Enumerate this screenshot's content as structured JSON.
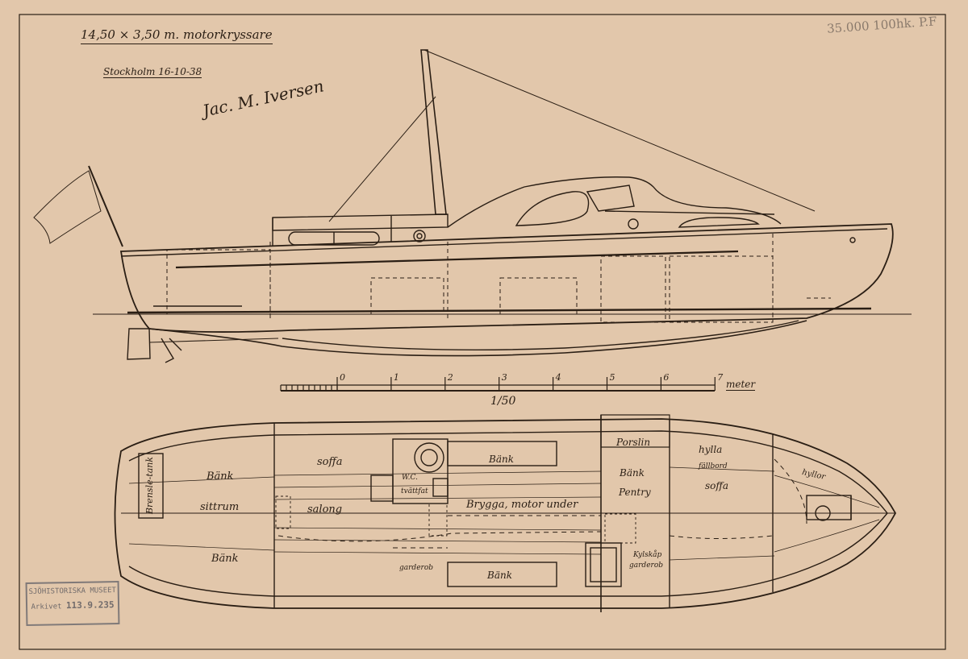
{
  "title": "14,50 × 3,50 m. motorkryssare",
  "place_date": "Stockholm 16-10-38",
  "signature": "Jac. M. Iversen",
  "pencil_note": "35.000   100hk. P.F",
  "scale": {
    "ticks": [
      "0",
      "1",
      "2",
      "3",
      "4",
      "5",
      "6",
      "7"
    ],
    "unit": "meter",
    "ratio": "1/50"
  },
  "plan_labels": {
    "fuel_tank": "Brensle-tank",
    "bench_fwd_top": "Bänk",
    "cockpit": "sittrum",
    "bench_aft_bottom": "Bänk",
    "sofa": "soffa",
    "saloon": "salong",
    "wc": "W.C.",
    "washstand": "tvättfat",
    "wardrobe_small": "garderob",
    "bench_top": "Bänk",
    "bridge": "Brygga, motor under",
    "bench_bottom": "Bänk",
    "porcelain": "Porslin",
    "bench_galley": "Bänk",
    "pantry": "Pentry",
    "fridge": "Kylskåp",
    "wardrobe": "garderob",
    "shelf": "hylla",
    "folding_table": "fällbord",
    "sofa_fwd": "soffa",
    "shelves": "hyllor"
  },
  "stamp": {
    "line1": "SJÖHISTORISKA MUSEET",
    "line2": "Arkivet",
    "number": "113.9.235"
  }
}
